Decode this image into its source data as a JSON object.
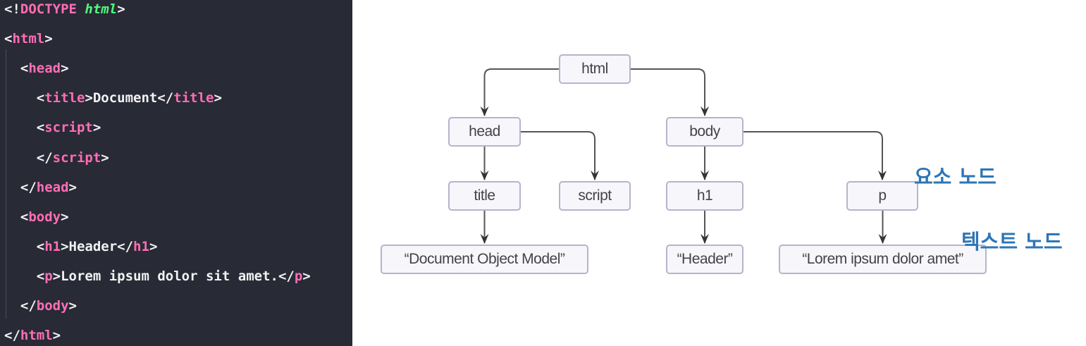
{
  "code": {
    "lines": [
      {
        "parts": [
          [
            "br",
            "<!"
          ],
          [
            "kw",
            "DOCTYPE"
          ],
          [
            "br",
            " "
          ],
          [
            "it",
            "html"
          ],
          [
            "br",
            ">"
          ]
        ]
      },
      {
        "parts": [
          [
            "br",
            "<"
          ],
          [
            "tg",
            "html"
          ],
          [
            "br",
            ">"
          ]
        ]
      },
      {
        "parts": [
          [
            "br",
            "  <"
          ],
          [
            "tg",
            "head"
          ],
          [
            "br",
            ">"
          ]
        ]
      },
      {
        "parts": [
          [
            "br",
            "    <"
          ],
          [
            "tg",
            "title"
          ],
          [
            "br",
            ">Document</"
          ],
          [
            "tg",
            "title"
          ],
          [
            "br",
            ">"
          ]
        ]
      },
      {
        "parts": [
          [
            "br",
            "    <"
          ],
          [
            "tg",
            "script"
          ],
          [
            "br",
            ">"
          ]
        ]
      },
      {
        "parts": [
          [
            "br",
            "    </"
          ],
          [
            "tg",
            "script"
          ],
          [
            "br",
            ">"
          ]
        ]
      },
      {
        "parts": [
          [
            "br",
            "  </"
          ],
          [
            "tg",
            "head"
          ],
          [
            "br",
            ">"
          ]
        ]
      },
      {
        "parts": [
          [
            "br",
            "  <"
          ],
          [
            "tg",
            "body"
          ],
          [
            "br",
            ">"
          ]
        ]
      },
      {
        "parts": [
          [
            "br",
            "    <"
          ],
          [
            "tg",
            "h1"
          ],
          [
            "br",
            ">Header</"
          ],
          [
            "tg",
            "h1"
          ],
          [
            "br",
            ">"
          ]
        ]
      },
      {
        "parts": [
          [
            "br",
            "    <"
          ],
          [
            "tg",
            "p"
          ],
          [
            "br",
            ">Lorem ipsum dolor sit amet.</"
          ],
          [
            "tg",
            "p"
          ],
          [
            "br",
            ">"
          ]
        ]
      },
      {
        "parts": [
          [
            "br",
            "  </"
          ],
          [
            "tg",
            "body"
          ],
          [
            "br",
            ">"
          ]
        ]
      },
      {
        "parts": [
          [
            "br",
            "</"
          ],
          [
            "tg",
            "html"
          ],
          [
            "br",
            ">"
          ]
        ]
      }
    ]
  },
  "tree": {
    "nodes": {
      "html": "html",
      "head": "head",
      "body": "body",
      "title": "title",
      "script": "script",
      "h1": "h1",
      "p": "p",
      "text_title": "“Document Object Model”",
      "text_h1": "“Header”",
      "text_p": "“Lorem ipsum dolor amet”"
    },
    "edges": [
      [
        "html",
        "head"
      ],
      [
        "html",
        "body"
      ],
      [
        "head",
        "title"
      ],
      [
        "head",
        "script"
      ],
      [
        "body",
        "h1"
      ],
      [
        "body",
        "p"
      ],
      [
        "title",
        "text_title"
      ],
      [
        "h1",
        "text_h1"
      ],
      [
        "p",
        "text_p"
      ]
    ],
    "labels": {
      "element_node": "요소 노드",
      "text_node": "텍스트 노드"
    },
    "label_color": "#2e75b6"
  }
}
